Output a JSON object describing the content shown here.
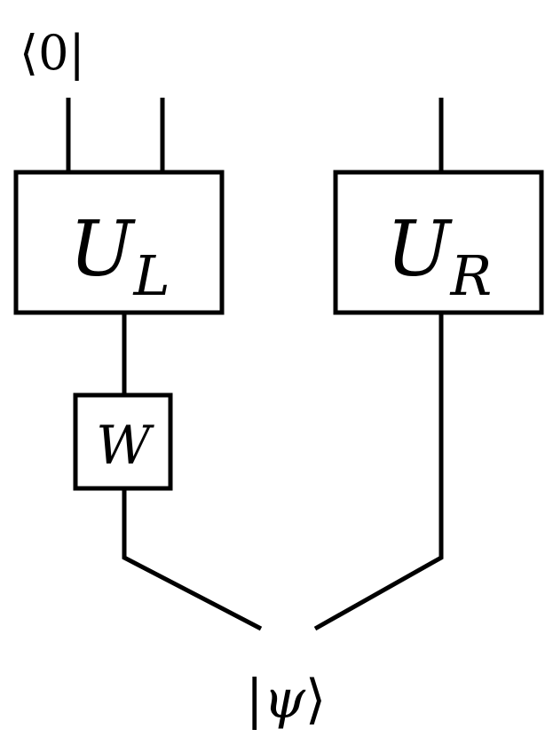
{
  "diagram": {
    "bra": {
      "open": "⟨",
      "value": "0",
      "close": "|"
    },
    "ket": {
      "open": "|",
      "value": "ψ",
      "close": "⟩"
    },
    "gate_left": {
      "main": "U",
      "sub": "L"
    },
    "gate_right": {
      "main": "U",
      "sub": "R"
    },
    "gate_small": {
      "label": "W"
    }
  }
}
